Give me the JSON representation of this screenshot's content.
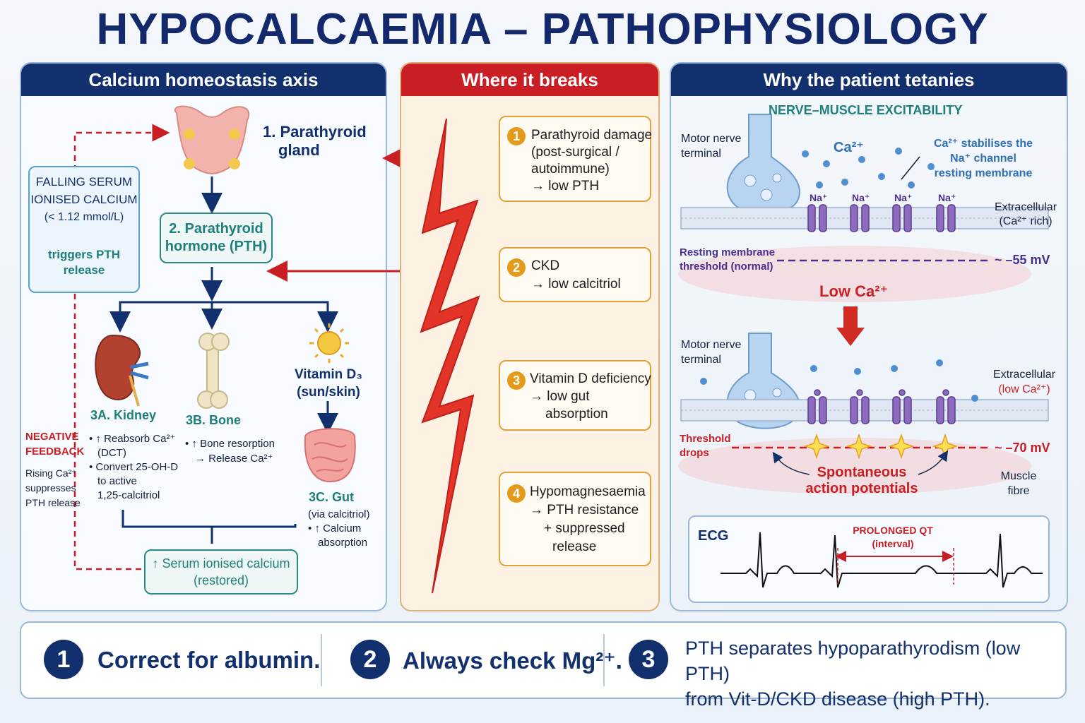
{
  "title": "HYPOCALCAEMIA – PATHOPHYSIOLOGY",
  "panel1": {
    "heading": "Calcium homeostasis axis",
    "parathyroid_label": [
      "1. Parathyroid",
      "gland"
    ],
    "falling_box": [
      "FALLING SERUM",
      "IONISED CALCIUM",
      "(< 1.12 mmol/L)",
      "triggers PTH",
      "release"
    ],
    "pth_box": [
      "2. Parathyroid",
      "hormone (PTH)"
    ],
    "kidney_title": "3A. Kidney",
    "kidney_points": [
      "• ↑ Reabsorb Ca²⁺",
      "(DCT)",
      "• Convert 25-OH-D",
      "to active",
      "1,25-calcitriol"
    ],
    "bone_title": "3B. Bone",
    "bone_points": [
      "• ↑ Bone resorption",
      "→ Release Ca²⁺"
    ],
    "vitd_label": [
      "Vitamin D₃",
      "(sun/skin)"
    ],
    "gut_title": "3C. Gut",
    "gut_points": [
      "(via calcitriol)",
      "• ↑ Calcium",
      "absorption"
    ],
    "negative_feedback": [
      "NEGATIVE",
      "FEEDBACK"
    ],
    "feedback_note": [
      "Rising Ca²⁺",
      "suppresses",
      "PTH release"
    ],
    "restored_box": [
      "↑ Serum ionised calcium",
      "(restored)"
    ]
  },
  "panel2": {
    "heading": "Where it breaks",
    "causes": [
      {
        "num": "1",
        "lines": [
          "Parathyroid damage",
          "(post-surgical /",
          "autoimmune)",
          "→ low PTH"
        ]
      },
      {
        "num": "2",
        "lines": [
          "CKD",
          "→ low calcitriol"
        ]
      },
      {
        "num": "3",
        "lines": [
          "Vitamin D deficiency",
          "→ low gut",
          "absorption"
        ]
      },
      {
        "num": "4",
        "lines": [
          "Hypomagnesaemia",
          "→ PTH resistance",
          "+ suppressed",
          "release"
        ]
      }
    ]
  },
  "panel3": {
    "heading": "Why the patient tetanies",
    "subheading": "NERVE–MUSCLE EXCITABILITY",
    "motor_nerve": [
      "Motor nerve",
      "terminal"
    ],
    "ca_label": "Ca²⁺",
    "ca_note": [
      "Ca²⁺ stabilises the",
      "Na⁺ channel",
      "resting membrane"
    ],
    "na_label": "Na⁺",
    "extracellular_top": [
      "Extracellular",
      "(Ca²⁺ rich)"
    ],
    "resting_label": [
      "Resting membrane",
      "threshold (normal)"
    ],
    "mv_top": "~ –55 mV",
    "low_ca": "Low Ca²⁺",
    "extracellular_bottom": [
      "Extracellular",
      "(low Ca²⁺)"
    ],
    "threshold_label": [
      "Threshold",
      "drops"
    ],
    "mv_bottom": "~ –70 mV",
    "spontaneous": [
      "Spontaneous",
      "action potentials"
    ],
    "muscle_fibre": [
      "Muscle",
      "fibre"
    ],
    "ecg_label": "ECG",
    "qt_label": [
      "PROLONGED QT",
      "(interval)"
    ]
  },
  "bottom": [
    {
      "num": "1",
      "text": "Correct for albumin."
    },
    {
      "num": "2",
      "text": "Always check Mg²⁺."
    },
    {
      "num": "3",
      "lines": [
        "PTH separates hypoparathyrodism (low PTH)",
        "from Vit-D/CKD disease (high PTH)."
      ]
    }
  ],
  "colors": {
    "navy": "#12306e",
    "red": "#c91f24",
    "orange": "#e59a1c",
    "teal": "#2b8a86"
  }
}
